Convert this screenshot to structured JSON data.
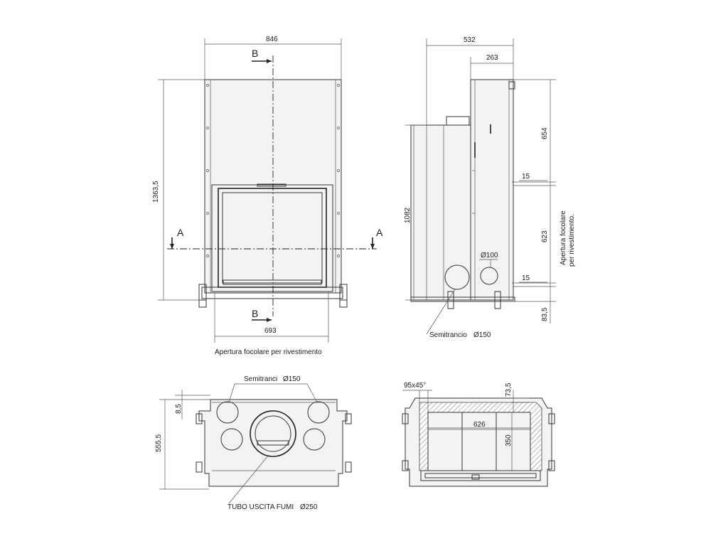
{
  "front_view": {
    "width": "846",
    "height": "1363,5",
    "opening_width": "693",
    "opening_caption": "Apertura focolare per rivestimento",
    "section_b": "B",
    "section_a": "A"
  },
  "side_view": {
    "depth": "532",
    "top_depth": "263",
    "upper_height": "654",
    "gap_top": "15",
    "opening_height": "623",
    "gap_bottom": "15",
    "base_height": "83,5",
    "body_height": "1082",
    "duct_diameter": "Ø100",
    "knockout_label": "Semitrancio",
    "knockout_diameter": "Ø150",
    "vertical_caption_line1": "Apertura focolare",
    "vertical_caption_line2": "per rivestimento."
  },
  "top_view": {
    "knockouts_label": "Semitranci",
    "knockouts_diameter": "Ø150",
    "offset": "8,5",
    "depth": "555,5",
    "flue_label": "TUBO USCITA FUMI",
    "flue_diameter": "Ø250"
  },
  "plan_section": {
    "chamfer": "95x45°",
    "wall": "73,5",
    "inner_width": "626",
    "inner_depth": "350"
  }
}
